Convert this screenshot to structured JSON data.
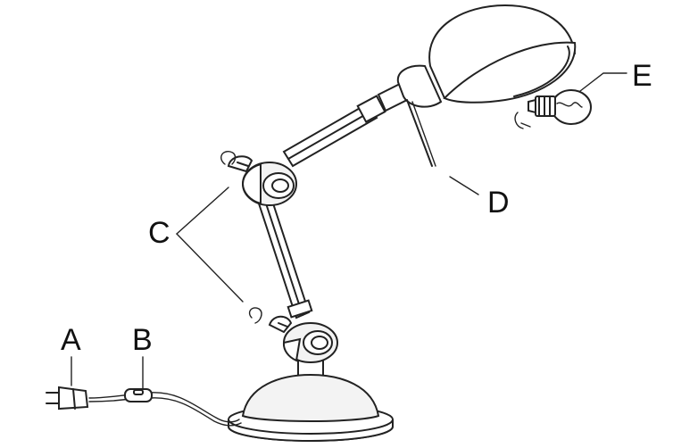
{
  "labels": {
    "a": "A",
    "b": "B",
    "c": "C",
    "d": "D",
    "e": "E"
  },
  "parts": {
    "plug": "plug-icon",
    "switch": "cord-switch-icon",
    "joint_screws": "joint-screw-icon",
    "shade_screw": "shade-screw-icon",
    "bulb": "light-bulb-icon"
  }
}
